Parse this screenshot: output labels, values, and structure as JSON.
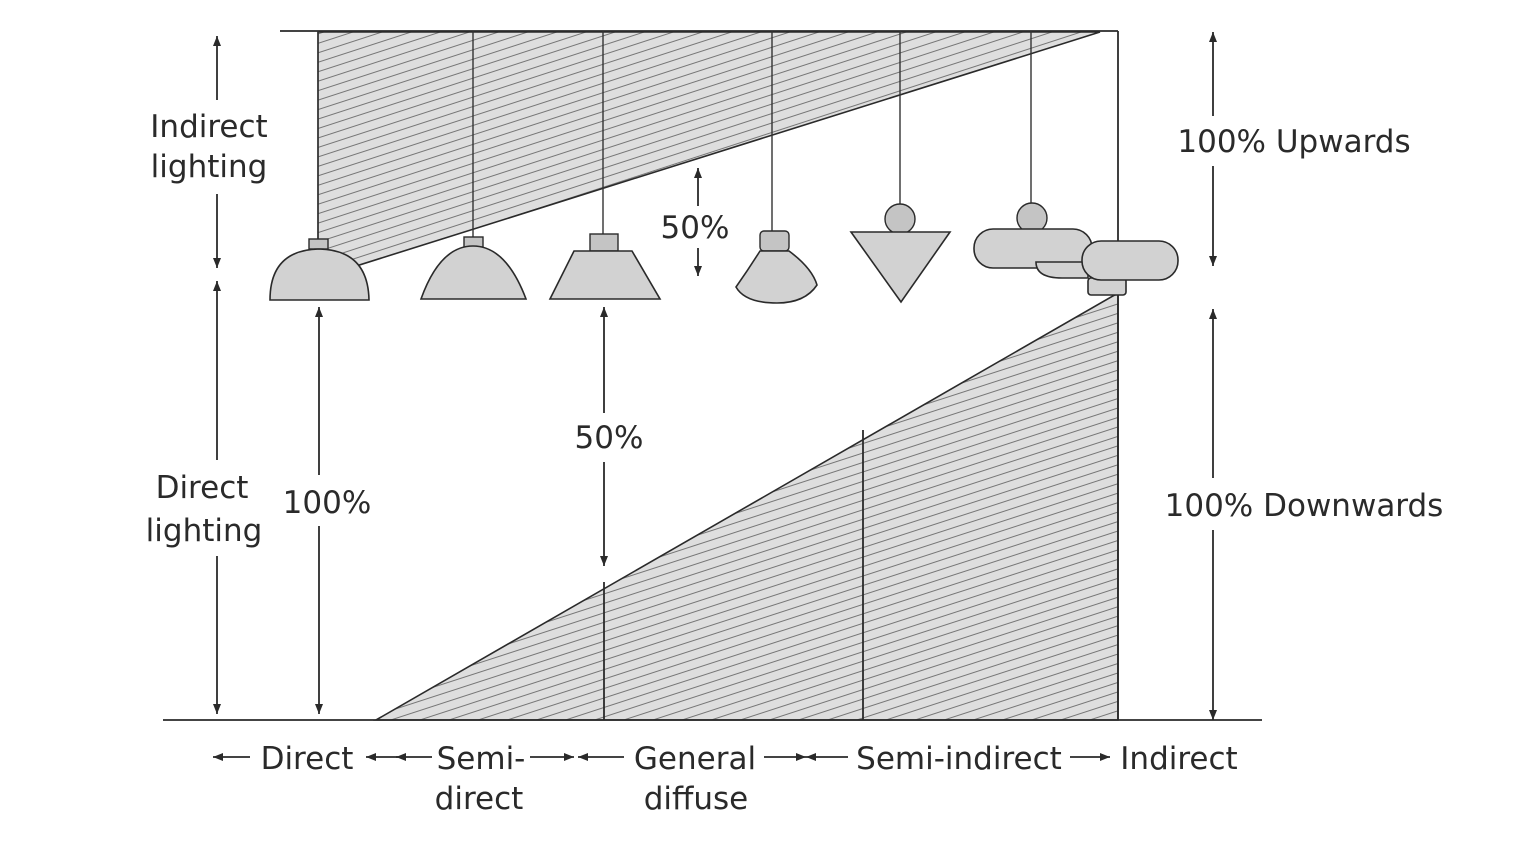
{
  "left_labels": {
    "indirect": [
      "Indirect",
      "lighting"
    ],
    "direct": [
      "Direct",
      "lighting"
    ]
  },
  "right_labels": {
    "upwards": "100% Upwards",
    "downwards": "100% Downwards"
  },
  "measurements": {
    "full_direct": "100%",
    "upper_half": "50%",
    "lower_half": "50%"
  },
  "categories": {
    "direct": "Direct",
    "semi_direct": [
      "Semi-",
      "direct"
    ],
    "general_diffuse": [
      "General",
      "diffuse"
    ],
    "semi_indirect": "Semi-indirect",
    "indirect": "Indirect"
  },
  "luminaire_types": [
    "dome-shade",
    "deep-bowl-shade",
    "trapezoid-shade",
    "bulb-pendant",
    "inverted-cone",
    "suspended-cloud-fixture"
  ]
}
